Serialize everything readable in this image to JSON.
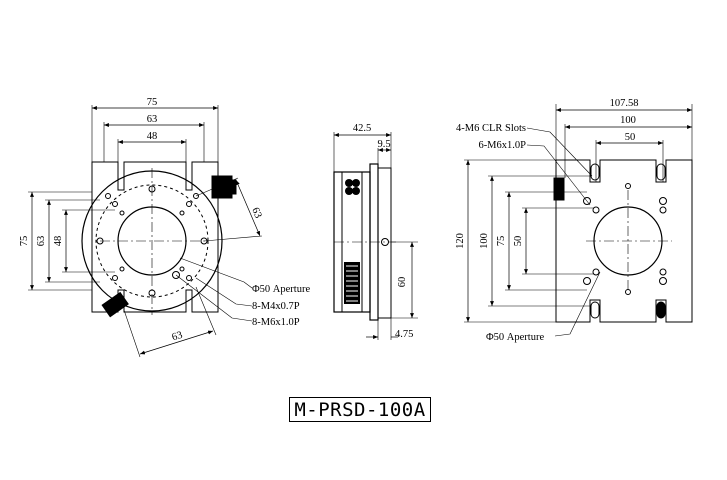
{
  "model_name": "M-PRSD-100A",
  "front_view": {
    "dim_width_outer": "75",
    "dim_width_mid": "63",
    "dim_width_inner": "48",
    "dim_height_outer": "75",
    "dim_height_mid": "63",
    "dim_height_inner": "48",
    "dim_hole_span": "63",
    "dim_side_63": "63",
    "callout_aperture": "Φ50 Aperture",
    "callout_m4": "8-M4x0.7P",
    "callout_m6": "8-M6x1.0P"
  },
  "side_view": {
    "dim_thickness": "42.5",
    "dim_flange": "9.5",
    "dim_height": "60",
    "dim_base": "4.75"
  },
  "right_view": {
    "dim_overall": "107.58",
    "dim_width_100": "100",
    "dim_width_50": "50",
    "dim_height_120": "120",
    "dim_height_100": "100",
    "dim_height_75": "75",
    "dim_height_50": "50",
    "callout_clr": "4-M6 CLR Slots",
    "callout_m6": "6-M6x1.0P",
    "callout_aperture": "Φ50 Aperture"
  }
}
